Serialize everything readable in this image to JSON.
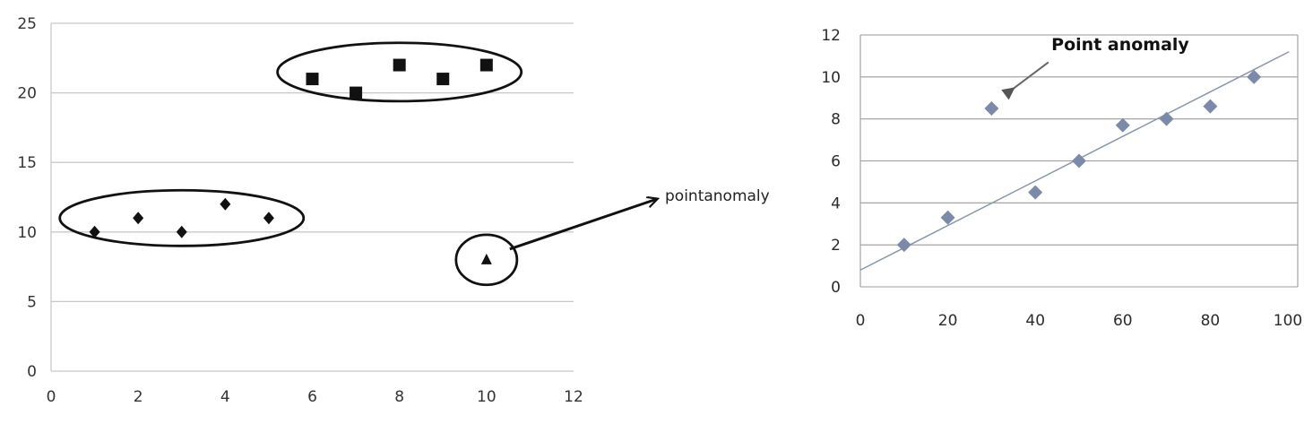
{
  "chart_data": [
    {
      "type": "scatter",
      "xlim": [
        0,
        12
      ],
      "ylim": [
        0,
        25
      ],
      "x_ticks": [
        0,
        2,
        4,
        6,
        8,
        10,
        12
      ],
      "y_ticks": [
        0,
        5,
        10,
        15,
        20,
        25
      ],
      "grid": "horizontal",
      "series": [
        {
          "marker": "diamond",
          "color": "#111111",
          "points": [
            [
              1,
              10
            ],
            [
              2,
              11
            ],
            [
              3,
              10
            ],
            [
              4,
              12
            ],
            [
              5,
              11
            ]
          ]
        },
        {
          "marker": "square",
          "color": "#111111",
          "points": [
            [
              6,
              21
            ],
            [
              7,
              20
            ],
            [
              8,
              22
            ],
            [
              9,
              21
            ],
            [
              10,
              22
            ]
          ]
        },
        {
          "marker": "triangle",
          "color": "#111111",
          "points": [
            [
              10,
              8
            ]
          ]
        }
      ],
      "clusters": [
        {
          "center": [
            3,
            11
          ],
          "rx": 2.8,
          "ry": 2
        },
        {
          "center": [
            8,
            21.5
          ],
          "rx": 2.8,
          "ry": 2.1
        },
        {
          "center": [
            10,
            8
          ],
          "rx": 0.7,
          "ry": 1.8
        }
      ],
      "annotation": {
        "text": "pointanomaly",
        "target": [
          10,
          8
        ]
      }
    },
    {
      "type": "scatter",
      "title": "Point anomaly",
      "xlim": [
        0,
        100
      ],
      "ylim": [
        0,
        12
      ],
      "x_ticks": [
        0,
        20,
        40,
        60,
        80,
        100
      ],
      "y_ticks": [
        0,
        2,
        4,
        6,
        8,
        10,
        12
      ],
      "grid": "horizontal",
      "series": [
        {
          "marker": "diamond",
          "color": "#7b8aa8",
          "points": [
            [
              10,
              2
            ],
            [
              20,
              3.3
            ],
            [
              30,
              8.5
            ],
            [
              40,
              4.5
            ],
            [
              50,
              6
            ],
            [
              60,
              7.7
            ],
            [
              70,
              8
            ],
            [
              80,
              8.6
            ],
            [
              90,
              10
            ]
          ]
        }
      ],
      "trendline": {
        "x": [
          0,
          98
        ],
        "y": [
          0.8,
          11.2
        ],
        "color": "#8a96aa"
      },
      "arrow": {
        "from": [
          43,
          10.7
        ],
        "to": [
          33,
          9.2
        ]
      }
    }
  ]
}
